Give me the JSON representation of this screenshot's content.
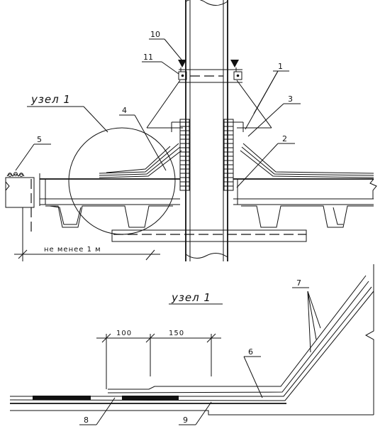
{
  "labels": {
    "l1": "1",
    "l2": "2",
    "l3": "3",
    "l4": "4",
    "l5": "5",
    "l6": "6",
    "l7": "7",
    "l8": "8",
    "l9": "9",
    "l10": "10",
    "l11": "11"
  },
  "titles": {
    "node_main": "узел  1",
    "node_detail": "узел  1"
  },
  "dimensions": {
    "min_distance": "не менее 1 м",
    "d100": "100",
    "d150": "150"
  }
}
